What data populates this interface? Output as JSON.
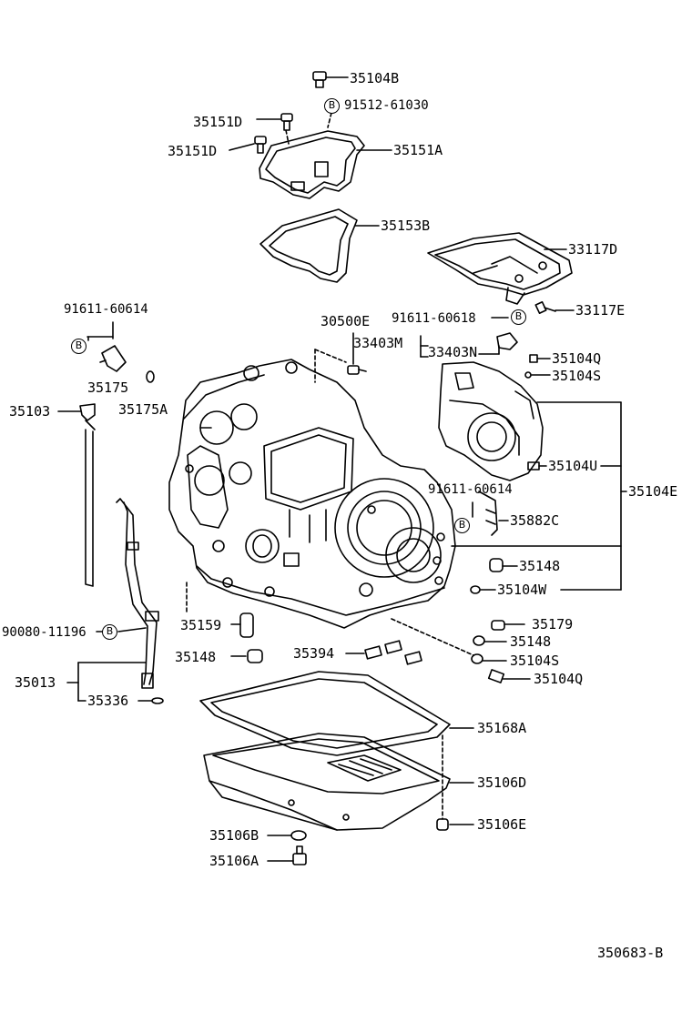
{
  "part_labels": {
    "p35104B_top": "35104B",
    "p91512_61030": "91512-61030",
    "p35151D_a": "35151D",
    "p35151D_b": "35151D",
    "p35151A": "35151A",
    "p35153B": "35153B",
    "p33117D": "33117D",
    "p33117E": "33117E",
    "p91611_60614_left": "91611-60614",
    "p91611_60618": "91611-60618",
    "p30500E": "30500E",
    "p33403M": "33403M",
    "p33403N": "33403N",
    "p35104Q_top": "35104Q",
    "p35104S_top": "35104S",
    "p35175": "35175",
    "p35175A": "35175A",
    "p35103": "35103",
    "p35104U": "35104U",
    "p35104E": "35104E",
    "p91611_60614_right": "91611-60614",
    "p35882C": "35882C",
    "p35148_right": "35148",
    "p35104W": "35104W",
    "p90080_11196": "90080-11196",
    "p35159": "35159",
    "p35179": "35179",
    "p35148_right2": "35148",
    "p35148_mid": "35148",
    "p35394": "35394",
    "p35104S_low": "35104S",
    "p35013": "35013",
    "p35104Q_low": "35104Q",
    "p35336": "35336",
    "p35168A": "35168A",
    "p35106D": "35106D",
    "p35106B": "35106B",
    "p35106E": "35106E",
    "p35106A": "35106A"
  },
  "marker": "B",
  "diagram_code": "350683-B"
}
